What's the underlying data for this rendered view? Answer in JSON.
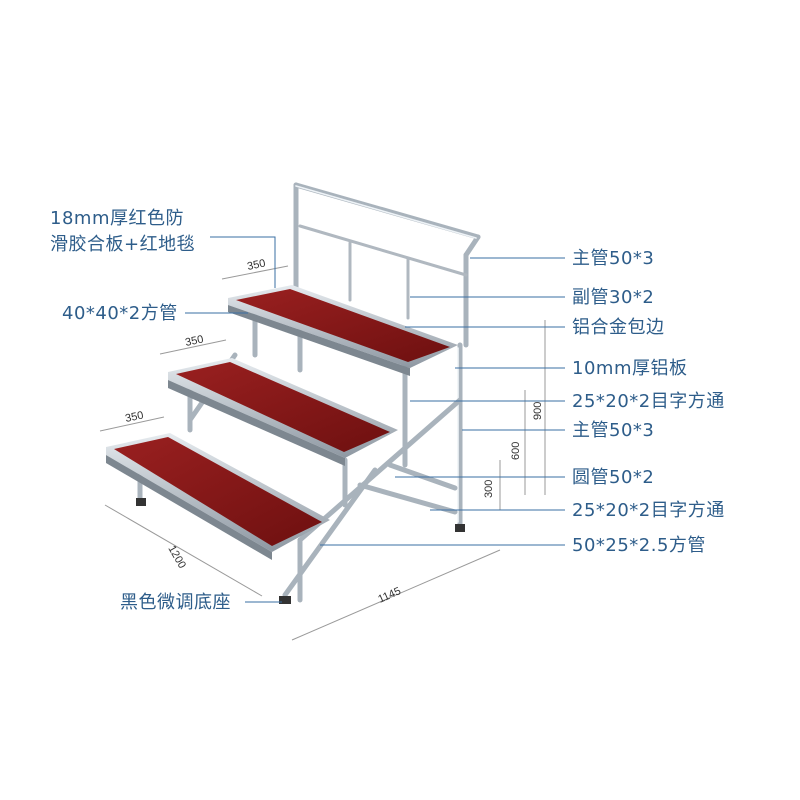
{
  "labels": {
    "carpet_line1": "18mm厚红色防",
    "carpet_line2": "滑胶合板+红地毯",
    "square_tube_40": "40*40*2方管",
    "main_tube_top": "主管50*3",
    "sub_tube": "副管30*2",
    "alloy_edge": "铝合金包边",
    "alu_plate": "10mm厚铝板",
    "channel_top": "25*20*2目字方通",
    "main_tube_mid": "主管50*3",
    "round_tube": "圆管50*2",
    "channel_bottom": "25*20*2目字方通",
    "square_tube_50": "50*25*2.5方管",
    "foot": "黑色微调底座"
  },
  "dimensions": {
    "step_depth_top": "350",
    "step_depth_mid": "350",
    "step_depth_low": "350",
    "height_top": "900",
    "height_mid": "600",
    "height_low": "300",
    "width": "1200",
    "length": "1145"
  },
  "colors": {
    "callout_text": "#2e5d8a",
    "leader": "#3a6fa3",
    "carpet": "#8b1a1a",
    "frame": "#a9b3bc"
  }
}
